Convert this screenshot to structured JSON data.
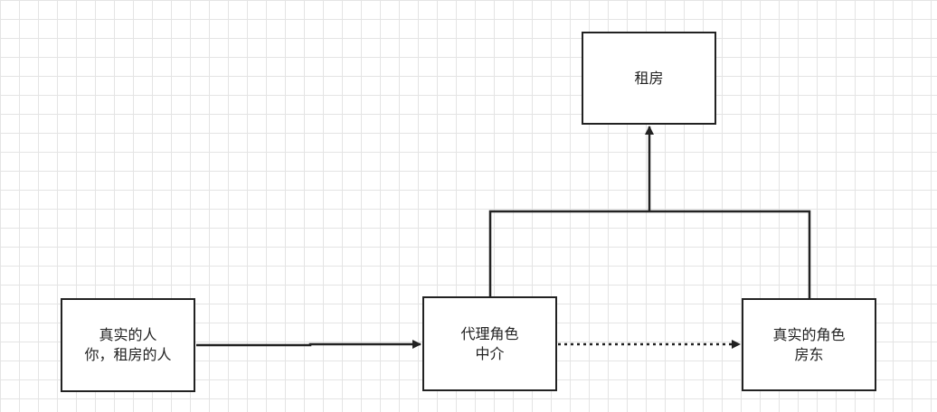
{
  "nodes": {
    "rent": {
      "label": "租房"
    },
    "tenant": {
      "line1": "真实的人",
      "line2": "你，租房的人"
    },
    "agent": {
      "line1": "代理角色",
      "line2": "中介"
    },
    "landlord": {
      "line1": "真实的角色",
      "line2": "房东"
    }
  },
  "colors": {
    "stroke": "#222222",
    "grid": "#e4e4e4",
    "background": "#ffffff"
  }
}
